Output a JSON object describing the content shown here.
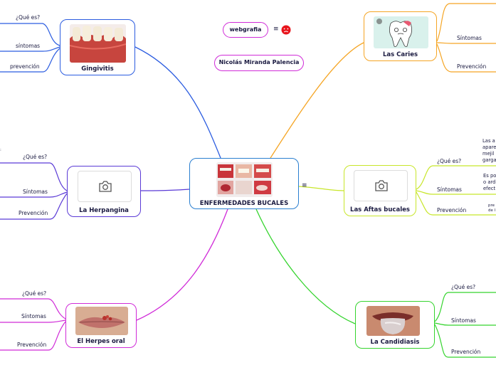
{
  "center": {
    "title": "ENFERMEDADES BUCALES"
  },
  "header": {
    "webgrafia": "webgrafia",
    "author": "Nicolás Miranda Palencia"
  },
  "icons": {
    "menu": "≡",
    "camera": "camera-icon",
    "emoji": "sad-face-icon"
  },
  "colors": {
    "center": "#2a7fd0",
    "gingivitis": "#2b5ce0",
    "caries": "#f5a524",
    "herpangina": "#5a3ad6",
    "aftas": "#c8e62a",
    "herpes": "#d02bd8",
    "candidiasis": "#35d42e",
    "pill": "#d02bd8"
  },
  "topics": {
    "gingivitis": {
      "title": "Gingivitis",
      "items": [
        "¿Qué es?",
        "síntomas",
        "prevención"
      ]
    },
    "caries": {
      "title": "Las Caries",
      "items": [
        "Síntomas",
        "Prevención"
      ]
    },
    "herpangina": {
      "title": "La Herpangina",
      "items": [
        "¿Qué es?",
        "Síntomas",
        "Prevención"
      ]
    },
    "aftas": {
      "title": "Las Aftas bucales",
      "items": [
        "¿Qué es?",
        "Síntomas",
        "Prevención"
      ],
      "que_es_text": [
        "Las a",
        "apare",
        "mejil",
        "garga"
      ],
      "sintomas_text": [
        "Es po",
        "o ard",
        "efect"
      ],
      "prevencion_text": [
        "pre",
        "de l"
      ]
    },
    "herpes": {
      "title": "El Herpes oral",
      "items": [
        "¿Qué es?",
        "Síntomas",
        "Prevención"
      ]
    },
    "candidiasis": {
      "title": "La Candidiasis",
      "items": [
        "¿Qué es?",
        "Síntomas",
        "Prevención"
      ]
    }
  }
}
